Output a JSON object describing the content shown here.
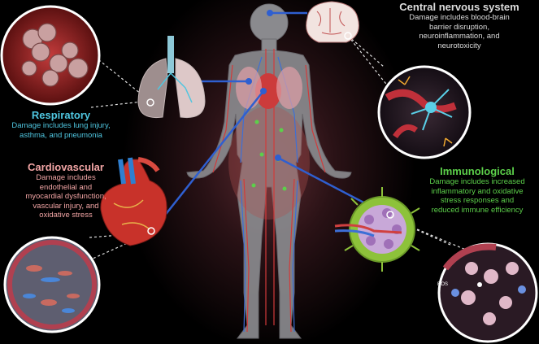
{
  "respiratory": {
    "title": "Respiratory",
    "description": "Damage includes lung injury,\nasthma, and pneumonia",
    "color": "#4fc6e0"
  },
  "cardiovascular": {
    "title": "Cardiovascular",
    "description": "Damage includes\nendothelial and\nmyocardial dysfunction,\nvascular injury, and\noxidative stress",
    "color": "#f2a5a5"
  },
  "cns": {
    "title": "Central nervous system",
    "description": "Damage includes blood-brain\nbarrier disruption,\nneuroinflammation, and\nneurotoxicity",
    "color": "#dcdcdc"
  },
  "immunological": {
    "title": "Immunological",
    "description": "Damage includes increased\ninflammatory and oxidative\nstress responses and\nreduced immune efficiency",
    "color": "#5cd04a"
  },
  "inset_label_ros": "ROS",
  "connector_color": "#2f5fd0",
  "icons": [
    "human-body-icon",
    "lungs-icon",
    "alveoli-icon",
    "heart-icon",
    "vessel-cross-section-icon",
    "brain-icon",
    "neuron-icon",
    "lymph-node-icon",
    "immune-cells-icon"
  ]
}
